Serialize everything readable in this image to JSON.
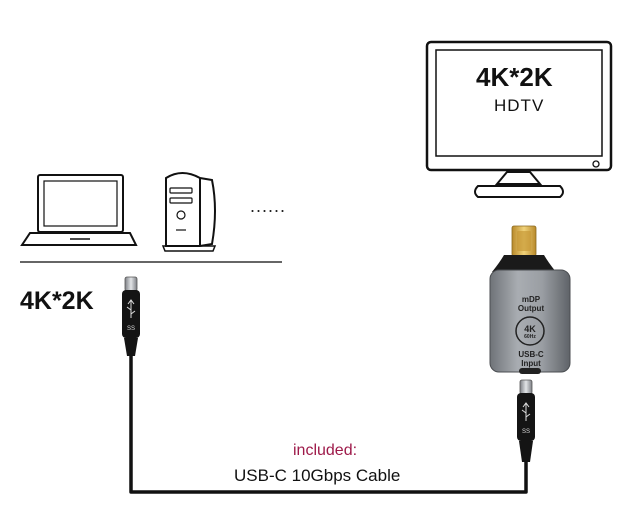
{
  "labels": {
    "source_resolution": "4K*2K",
    "tv_resolution": "4K*2K",
    "tv_name": "HDTV",
    "included": "included:",
    "cable_name": "USB-C 10Gbps Cable",
    "more_devices": "......"
  },
  "adapter": {
    "output_line1": "mDP",
    "output_line2": "Output",
    "res_badge": "4K",
    "refresh": "60Hz",
    "input_line1": "USB-C",
    "input_line2": "Input"
  },
  "icons": {
    "laptop": "laptop-icon",
    "desktop": "desktop-tower-icon",
    "tv": "tv-monitor-icon",
    "usb_ss": "usb-superspeed-icon"
  },
  "colors": {
    "included_text": "#9e1a4a",
    "adapter_body": "#8e9298",
    "connector_gold": "#d9b04a",
    "cable": "#111111"
  }
}
